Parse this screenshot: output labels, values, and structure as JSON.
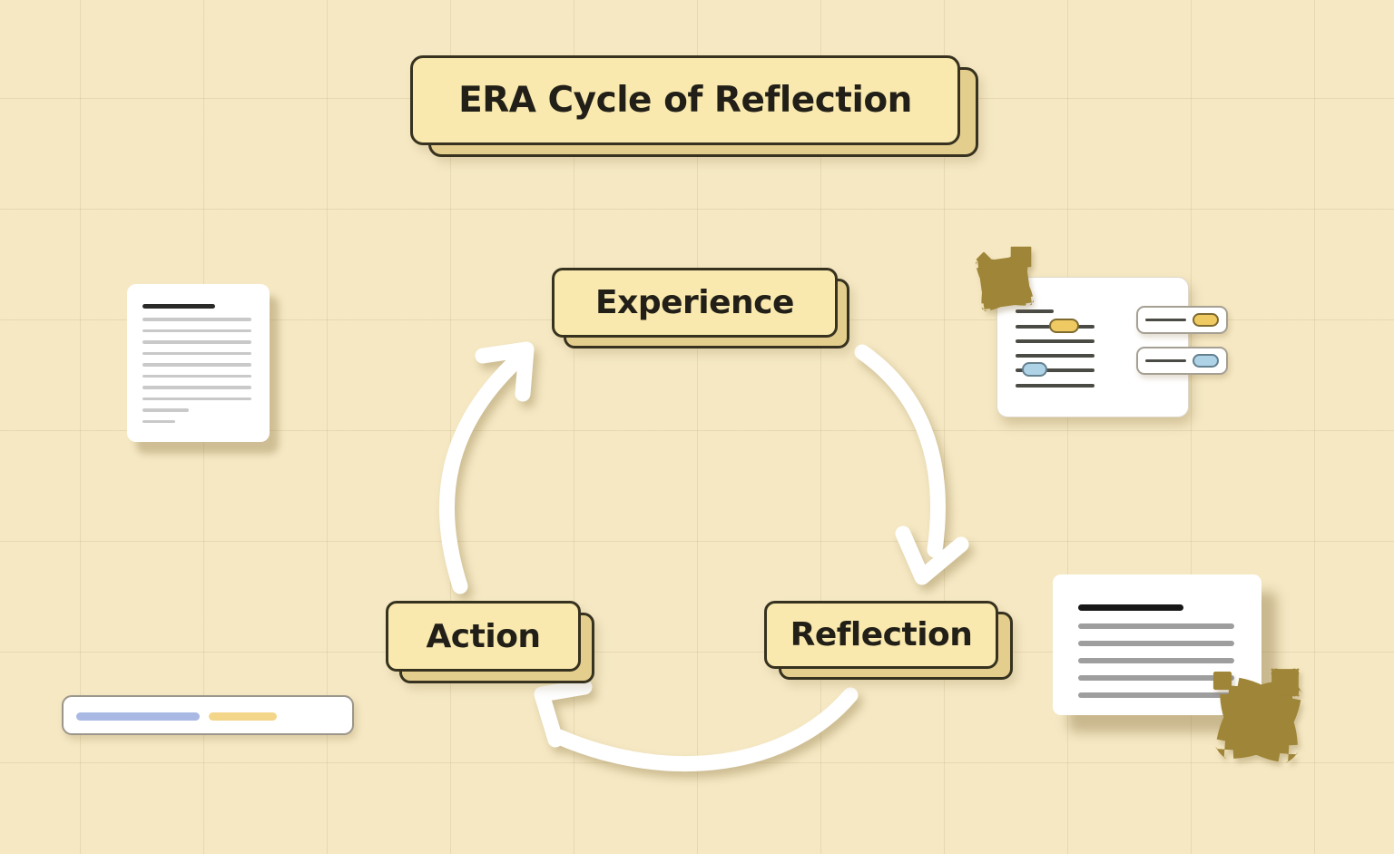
{
  "title": {
    "label": "ERA Cycle of Reflection"
  },
  "cycle": {
    "direction": "clockwise",
    "nodes": [
      {
        "id": "experience",
        "label": "Experience"
      },
      {
        "id": "reflection",
        "label": "Reflection"
      },
      {
        "id": "action",
        "label": "Action"
      }
    ],
    "connections": [
      {
        "from": "experience",
        "to": "reflection"
      },
      {
        "from": "reflection",
        "to": "action"
      },
      {
        "from": "action",
        "to": "experience"
      }
    ]
  },
  "decor": {
    "document_left": {
      "title_lines": 1,
      "body_lines": 8,
      "short_lines": 2
    },
    "document_right": {
      "title_lines": 1,
      "body_lines": 5
    },
    "sliders_panel": {
      "rows": 6,
      "handles": [
        "yellow",
        "blue"
      ]
    },
    "mini_cards": [
      {
        "handle": "yellow"
      },
      {
        "handle": "blue"
      }
    ],
    "progress_pill": {
      "segments": [
        "blue",
        "yellow"
      ]
    },
    "sparkles": {
      "top_left_count": 3,
      "bottom_right_count": 3
    }
  },
  "colors": {
    "background": "#f5e8c3",
    "node_fill": "#f9e9ae",
    "node_shadow_layer": "#e4ce8e",
    "node_border": "#37321f",
    "arrow": "#ffffff",
    "accent_yellow": "#efca63",
    "accent_blue": "#aed2e6",
    "progress_blue": "#aab9e3",
    "progress_yellow": "#f4d68a",
    "sparkle_fill": "#f2d678",
    "sparkle_stroke": "#9f8537"
  }
}
